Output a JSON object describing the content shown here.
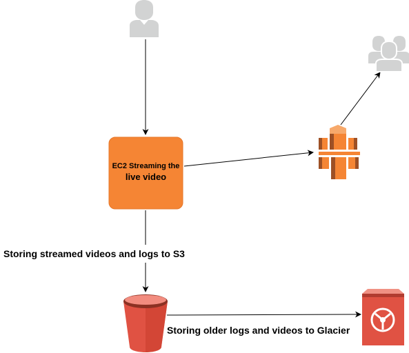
{
  "nodes": {
    "ec2": {
      "label_line1": "EC2 Streaming the",
      "label_line2": "live video"
    }
  },
  "edges": {
    "ec2_to_s3_label": "Storing streamed videos and logs to S3",
    "s3_to_glacier_label": "Storing older logs and videos to Glacier"
  },
  "colors": {
    "ec2_orange": "#F58534",
    "ec2_border": "#E6772A",
    "cloudfront_orange": "#F58534",
    "cloudfront_dark": "#9D5025",
    "s3_red": "#E05243",
    "s3_dark": "#8C3123",
    "glacier_red": "#E05243",
    "glacier_dark": "#B13C30",
    "user_gray": "#D2D3D3",
    "arrow": "#000000"
  },
  "icons": {
    "user": "user-icon",
    "viewers": "users-group-icon",
    "cloudfront": "cloudfront-icon",
    "s3": "s3-bucket-icon",
    "glacier": "glacier-vault-icon"
  }
}
